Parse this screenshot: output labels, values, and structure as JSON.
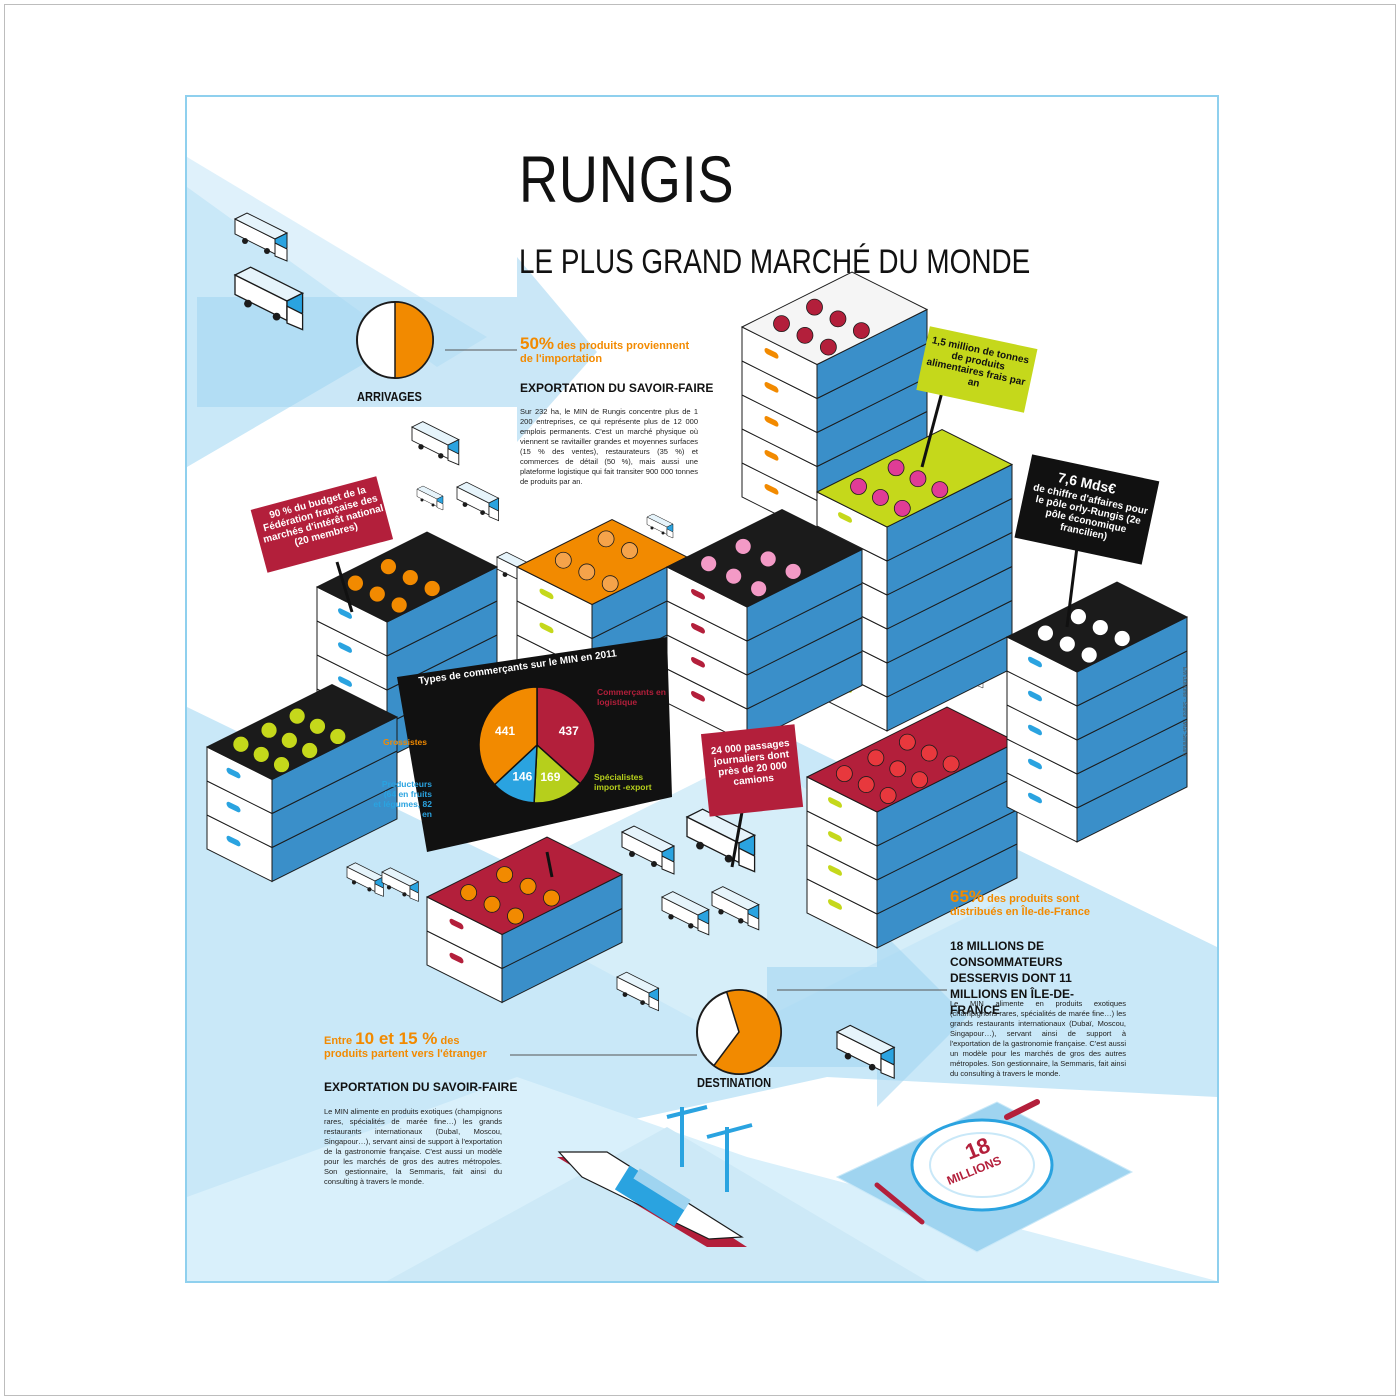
{
  "title": "RUNGIS",
  "subtitle": "LE PLUS GRAND MARCHÉ DU MONDE",
  "arrivals": {
    "label": "ARRIVAGES",
    "pie_fraction": 0.5,
    "lead_bold": "50%",
    "lead_rest": "des produits proviennent de l'importation",
    "heading": "EXPORTATION DU SAVOIR-FAIRE",
    "body": "Sur 232 ha, le MIN de Rungis concentre plus de 1 200 entreprises, ce qui représente plus de 12 000 emplois permanents. C'est un marché physique où viennent se ravitailler grandes et moyennes surfaces (15 % des ventes), restaurateurs (35 %) et commerces de détail (50 %), mais aussi une plateforme logistique qui fait transiter 900 000 tonnes de produits par an."
  },
  "signs": {
    "federation": "90 % du budget de la Fédération française des marchés d'intérêt national (20 membres)",
    "tonnes": "1,5 million de tonnes de produits alimentaires frais par an",
    "revenue_value": "7,6 Mds€",
    "revenue_text": "de chiffre d'affaires pour le pôle orly-Rungis (2e pôle économique francilien)",
    "passages": "24 000 passages journaliers dont près de 20 000 camions"
  },
  "chart_data": {
    "type": "pie",
    "title": "Types de commerçants sur le MIN en 2011",
    "slices": [
      {
        "label": "Grossistes",
        "value": 441,
        "color": "#f28a00"
      },
      {
        "label": "Commerçants en logistique",
        "value": 437,
        "color": "#b31f3b"
      },
      {
        "label": "Spécialistes import -export",
        "value": 169,
        "color": "#b6cf1c"
      },
      {
        "label": "Producteurs (64 en fruits et légumes, 82 en horticulture)",
        "value": 146,
        "color": "#2aa3e0"
      }
    ]
  },
  "destination": {
    "label": "DESTINATION",
    "pie_fraction": 0.65,
    "lead_bold": "65%",
    "lead_rest": "des produits sont distribués en Île-de-France",
    "heading": "18 MILLIONS DE CONSOMMATEURS DESSERVIS DONT 11 MILLIONS EN ÎLE-DE-FRANCE",
    "body": "Le MIN alimente en produits exotiques (champignons rares, spécialités de marée fine…) les grands restaurants internationaux (Dubaï, Moscou, Singapour…), servant ainsi de support à l'exportation de la gastronomie française. C'est aussi un modèle pour les marchés de gros des autres métropoles. Son gestionnaire, la Semmaris, fait ainsi du consulting à travers le monde."
  },
  "export": {
    "lead_pre": "Entre",
    "lead_bold": "10 et 15 %",
    "lead_rest": "des produits partent vers l'étranger",
    "heading": "EXPORTATION DU SAVOIR-FAIRE",
    "body": "Le MIN alimente en produits exotiques (champignons rares, spécialités de marée fine…) les grands restaurants internationaux (Dubaï, Moscou, Singapour…), servant ainsi de support à l'exportation de la gastronomie française. C'est aussi un modèle pour les marchés de gros des autres métropoles. Son gestionnaire, la Semmaris, fait ainsi du consulting à travers le monde."
  },
  "plate": {
    "number": "18",
    "word": "MILLIONS"
  },
  "credit": "Elvi Dufourné · Source : MGF Semmaris",
  "colors": {
    "sky": "#c9e8f8",
    "blue": "#2aa3e0",
    "orange": "#f28a00",
    "crimson": "#b31f3b",
    "lime": "#c5d81b",
    "black": "#111111"
  }
}
